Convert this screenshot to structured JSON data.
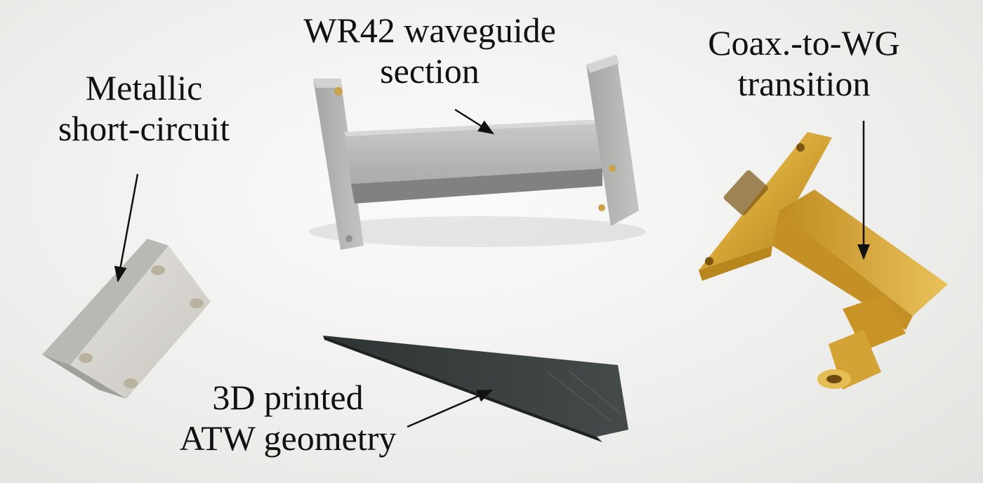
{
  "labels": {
    "waveguide": {
      "line1": "WR42 waveguide",
      "line2": "section"
    },
    "short_circuit": {
      "line1": "Metallic",
      "line2": "short-circuit"
    },
    "transition": {
      "line1": "Coax.-to-WG",
      "line2": "transition"
    },
    "atw": {
      "line1": "3D printed",
      "line2": "ATW geometry"
    }
  },
  "colors": {
    "background": "#f2f2f0",
    "waveguide_gray": "#b9bcb8",
    "brass": "#d9a93a",
    "printed_part": "#3b4140",
    "aluminum": "#d6d4cf",
    "text": "#111111"
  }
}
